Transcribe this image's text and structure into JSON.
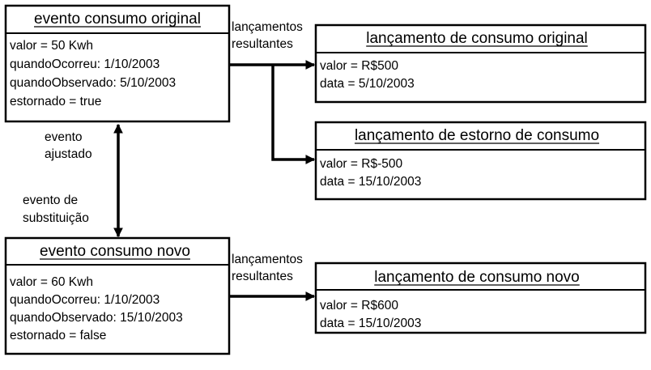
{
  "colors": {
    "line": "#000000",
    "background": "#ffffff"
  },
  "events": {
    "original": {
      "title": "evento consumo original",
      "attributes": [
        "valor = 50 Kwh",
        "quandoOcorreu: 1/10/2003",
        "quandoObservado: 5/10/2003",
        "estornado = true"
      ]
    },
    "new": {
      "title": "evento consumo novo",
      "attributes": [
        "valor = 60 Kwh",
        "quandoOcorreu: 1/10/2003",
        "quandoObservado: 15/10/2003",
        "estornado = false"
      ]
    }
  },
  "entries": {
    "original": {
      "title": "lançamento de consumo original",
      "attributes": [
        "valor = R$500",
        "data = 5/10/2003"
      ]
    },
    "reversal": {
      "title": "lançamento de estorno de consumo",
      "attributes": [
        "valor = R$-500",
        "data = 15/10/2003"
      ]
    },
    "new": {
      "title": "lançamento de consumo novo",
      "attributes": [
        "valor = R$600",
        "data = 15/10/2003"
      ]
    }
  },
  "connectors": {
    "resulting_top": [
      "lançamentos",
      "resultantes"
    ],
    "resulting_bottom": [
      "lançamentos",
      "resultantes"
    ],
    "adjusted_event": [
      "evento",
      "ajustado"
    ],
    "replacement_event": [
      "evento de",
      "substituição"
    ]
  }
}
